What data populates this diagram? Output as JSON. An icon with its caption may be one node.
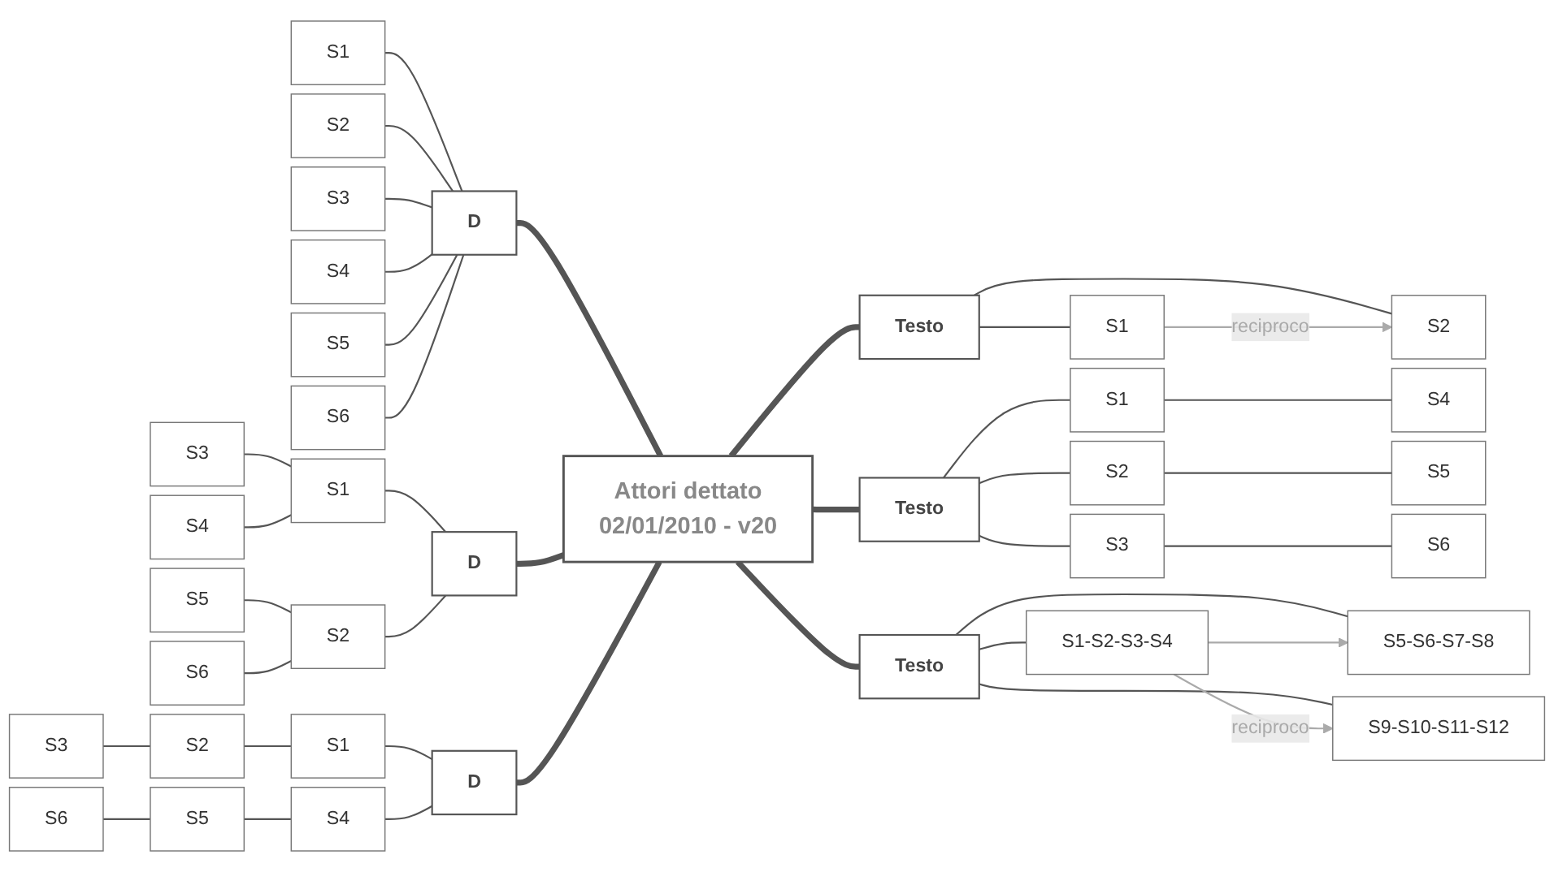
{
  "diagram": {
    "nodes": [
      {
        "text": [
          "Attori dettato",
          "02/01/2010 - v20"
        ]
      },
      {
        "text": [
          "D"
        ]
      },
      {
        "text": [
          "S1"
        ]
      },
      {
        "text": [
          "S2"
        ]
      },
      {
        "text": [
          "S3"
        ]
      },
      {
        "text": [
          "S4"
        ]
      },
      {
        "text": [
          "S5"
        ]
      },
      {
        "text": [
          "S6"
        ]
      },
      {
        "text": [
          "D"
        ]
      },
      {
        "text": [
          "S1"
        ]
      },
      {
        "text": [
          "S3"
        ]
      },
      {
        "text": [
          "S4"
        ]
      },
      {
        "text": [
          "S2"
        ]
      },
      {
        "text": [
          "S5"
        ]
      },
      {
        "text": [
          "S6"
        ]
      },
      {
        "text": [
          "D"
        ]
      },
      {
        "text": [
          "S1"
        ]
      },
      {
        "text": [
          "S2"
        ]
      },
      {
        "text": [
          "S3"
        ]
      },
      {
        "text": [
          "S4"
        ]
      },
      {
        "text": [
          "S5"
        ]
      },
      {
        "text": [
          "S6"
        ]
      },
      {
        "text": [
          "Testo"
        ]
      },
      {
        "text": [
          "S1"
        ]
      },
      {
        "text": [
          "S2"
        ]
      },
      {
        "text": [
          "Testo"
        ]
      },
      {
        "text": [
          "S1"
        ]
      },
      {
        "text": [
          "S4"
        ]
      },
      {
        "text": [
          "S2"
        ]
      },
      {
        "text": [
          "S5"
        ]
      },
      {
        "text": [
          "S3"
        ]
      },
      {
        "text": [
          "S6"
        ]
      },
      {
        "text": [
          "Testo"
        ]
      },
      {
        "text": [
          "S1-S2-S3-S4"
        ]
      },
      {
        "text": [
          "S5-S6-S7-S8"
        ]
      },
      {
        "text": [
          "S9-S10-S11-S12"
        ]
      }
    ],
    "edges": [
      {
        "from": 0,
        "to": 1,
        "arrow": "none",
        "style": "thick"
      },
      {
        "from": 1,
        "to": 2,
        "arrow": "none"
      },
      {
        "from": 1,
        "to": 3,
        "arrow": "none"
      },
      {
        "from": 1,
        "to": 4,
        "arrow": "none"
      },
      {
        "from": 1,
        "to": 5,
        "arrow": "none"
      },
      {
        "from": 1,
        "to": 6,
        "arrow": "none"
      },
      {
        "from": 1,
        "to": 7,
        "arrow": "none"
      },
      {
        "from": 0,
        "to": 8,
        "arrow": "none",
        "style": "thick"
      },
      {
        "from": 8,
        "to": 9,
        "arrow": "none"
      },
      {
        "from": 9,
        "to": 10,
        "arrow": "none"
      },
      {
        "from": 9,
        "to": 11,
        "arrow": "none"
      },
      {
        "from": 8,
        "to": 12,
        "arrow": "none"
      },
      {
        "from": 12,
        "to": 13,
        "arrow": "none"
      },
      {
        "from": 12,
        "to": 14,
        "arrow": "none"
      },
      {
        "from": 0,
        "to": 15,
        "arrow": "none",
        "style": "thick"
      },
      {
        "from": 15,
        "to": 16,
        "arrow": "none"
      },
      {
        "from": 16,
        "to": 17,
        "arrow": "none"
      },
      {
        "from": 17,
        "to": 18,
        "arrow": "none"
      },
      {
        "from": 15,
        "to": 19,
        "arrow": "none"
      },
      {
        "from": 19,
        "to": 20,
        "arrow": "none"
      },
      {
        "from": 20,
        "to": 21,
        "arrow": "none"
      },
      {
        "from": 0,
        "to": 22,
        "arrow": "none",
        "style": "thick"
      },
      {
        "from": 22,
        "to": 23,
        "arrow": "none"
      },
      {
        "from": 22,
        "to": 24,
        "arrow": "none"
      },
      {
        "from": 0,
        "to": 25,
        "arrow": "none",
        "style": "thick"
      },
      {
        "from": 25,
        "to": 26,
        "arrow": "none"
      },
      {
        "from": 26,
        "to": 27,
        "arrow": "none"
      },
      {
        "from": 25,
        "to": 28,
        "arrow": "none"
      },
      {
        "from": 28,
        "to": 29,
        "arrow": "none"
      },
      {
        "from": 25,
        "to": 30,
        "arrow": "none"
      },
      {
        "from": 30,
        "to": 31,
        "arrow": "none"
      },
      {
        "from": 0,
        "to": 32,
        "arrow": "none",
        "style": "thick"
      },
      {
        "from": 32,
        "to": 33,
        "arrow": "none"
      },
      {
        "from": 32,
        "to": 34,
        "arrow": "none"
      },
      {
        "from": 32,
        "to": 35,
        "arrow": "none"
      },
      {
        "from": 23,
        "to": 24,
        "arrow": "to",
        "label": "reciproco",
        "color": "#aaaaaa"
      },
      {
        "from": 33,
        "to": 34,
        "arrow": "to",
        "color": "#aaaaaa"
      },
      {
        "from": 33,
        "to": 35,
        "arrow": "to",
        "label": "reciproco",
        "color": "#aaaaaa"
      }
    ]
  }
}
